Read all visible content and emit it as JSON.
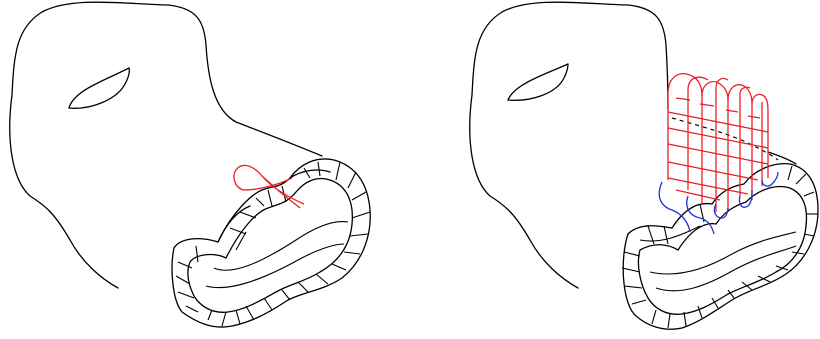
{
  "panels": [
    {
      "name": "left",
      "highlight": "red"
    },
    {
      "name": "right",
      "highlight": "red-and-blue"
    }
  ],
  "colors": {
    "outline": "#000000",
    "red_curves": "#e8202a",
    "blue_curves": "#2130d8",
    "background": "#ffffff"
  }
}
